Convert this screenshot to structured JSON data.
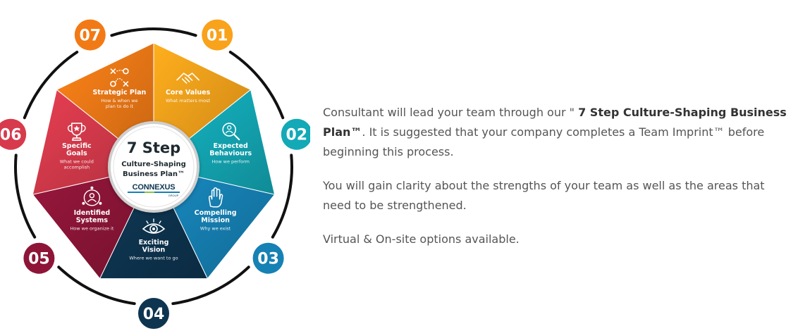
{
  "diagram": {
    "center": {
      "title": "7 Step",
      "subtitle_line1": "Culture-Shaping",
      "subtitle_line2": "Business Plan™",
      "logo_text": "CONNEXUS",
      "logo_sub": "GROUP"
    },
    "steps": [
      {
        "number": "01",
        "title_lines": [
          "Core Values"
        ],
        "desc_lines": [
          "What matters most"
        ],
        "color": "#F9A21B",
        "icon": "handshake-icon"
      },
      {
        "number": "02",
        "title_lines": [
          "Expected",
          "Behaviours"
        ],
        "desc_lines": [
          "How we perform"
        ],
        "color": "#13A9B7",
        "icon": "magnifier-people-icon"
      },
      {
        "number": "03",
        "title_lines": [
          "Compelling",
          "Mission"
        ],
        "desc_lines": [
          "Why we exist"
        ],
        "color": "#1681B4",
        "icon": "raised-hand-icon"
      },
      {
        "number": "04",
        "title_lines": [
          "Exciting",
          "Vision"
        ],
        "desc_lines": [
          "Where we want to go"
        ],
        "color": "#0E3550",
        "icon": "eye-icon"
      },
      {
        "number": "05",
        "title_lines": [
          "Identified",
          "Systems"
        ],
        "desc_lines": [
          "How we organize it"
        ],
        "color": "#8E1538",
        "icon": "organization-icon"
      },
      {
        "number": "06",
        "title_lines": [
          "Specific",
          "Goals"
        ],
        "desc_lines": [
          "What we could",
          "accomplish"
        ],
        "color": "#D73A4C",
        "icon": "trophy-icon"
      },
      {
        "number": "07",
        "title_lines": [
          "Strategic Plan"
        ],
        "desc_lines": [
          "How & when we",
          "plan to do it"
        ],
        "color": "#F27A16",
        "icon": "strategy-play-icon"
      }
    ]
  },
  "description": {
    "p1_before": "Consultant will lead your team through our \" ",
    "p1_bold": "7 Step Culture-Shaping Business Plan™",
    "p1_after": ". It is suggested that your company completes a Team Imprint™ before beginning this process.",
    "p2": "You will gain clarity about the strengths of your team as well as the areas that need to be strengthened.",
    "p3": "Virtual & On-site options available."
  }
}
